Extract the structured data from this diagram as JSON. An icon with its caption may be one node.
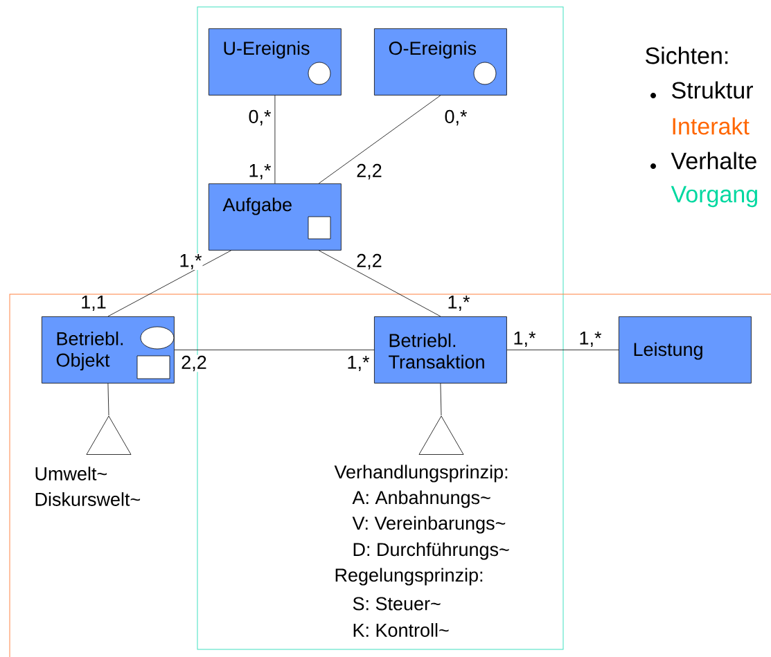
{
  "diagram": {
    "nodes": [
      {
        "text": [
          "U-Ereignis"
        ]
      },
      {
        "text": [
          "O-Ereignis"
        ]
      },
      {
        "text": [
          "Aufgabe"
        ]
      },
      {
        "text": [
          "Betriebl. Objekt"
        ]
      },
      {
        "text": [
          "Betriebl. Transaktion"
        ]
      },
      {
        "text": [
          "Leistung"
        ]
      },
      {
        "text": [],
        "shape": "triangle",
        "beside": [
          "Umwelt~",
          "Diskurswelt~"
        ]
      },
      {
        "text": [],
        "shape": "triangle",
        "beside": [
          "Verhandlungsprinzip:",
          "A: Anbahnungs~",
          "V: Vereinbarungs~",
          "D: Durchführungs~",
          "Regelungsprinzip:",
          "S: Steuer~",
          "K: Kontroll~"
        ]
      }
    ],
    "edges": [
      {
        "from": 0,
        "to": 2,
        "arrow": "none"
      },
      {
        "from": 1,
        "to": 2,
        "arrow": "none"
      },
      {
        "from": 2,
        "to": 3,
        "arrow": "none"
      },
      {
        "from": 2,
        "to": 4,
        "arrow": "none"
      },
      {
        "from": 3,
        "to": 4,
        "arrow": "none"
      },
      {
        "from": 4,
        "to": 5,
        "arrow": "none"
      },
      {
        "from": 3,
        "to": 6,
        "arrow": "none"
      },
      {
        "from": 4,
        "to": 7,
        "arrow": "none"
      }
    ],
    "labels": [
      "0,*",
      "0,*",
      "1,*",
      "2,2",
      "1,*",
      "2,2",
      "1,1",
      "1,*",
      "1,*",
      "1,*",
      "2,2",
      "1,*",
      "Sichten:",
      "Struktur",
      "Interakt",
      "Verhalte",
      "Vorgang"
    ]
  }
}
